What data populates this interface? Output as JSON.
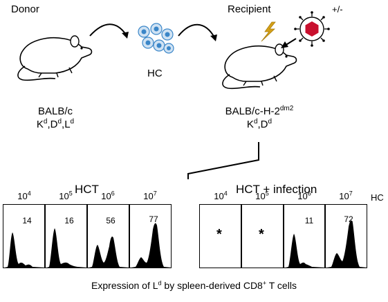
{
  "donor": {
    "label": "Donor",
    "strain": "BALB/c",
    "haplotype": {
      "k": "K",
      "k_sup": "d",
      "d": ",D",
      "d_sup": "d",
      "l": ",L",
      "l_sup": "d"
    }
  },
  "cells": {
    "label": "HC"
  },
  "recipient": {
    "label": "Recipient",
    "strain": "BALB/c-H-2",
    "strain_sup": "dm2",
    "haplotype": {
      "k": "K",
      "k_sup": "d",
      "d": ",D",
      "d_sup": "d"
    }
  },
  "virus": {
    "label": "+/-"
  },
  "groups": [
    {
      "title": "HCT",
      "doses": [
        {
          "base": "10",
          "exp": "4"
        },
        {
          "base": "10",
          "exp": "5"
        },
        {
          "base": "10",
          "exp": "6"
        },
        {
          "base": "10",
          "exp": "7"
        }
      ],
      "percents": [
        "14",
        "16",
        "56",
        "77"
      ]
    },
    {
      "title": "HCT + infection",
      "doses": [
        {
          "base": "10",
          "exp": "4"
        },
        {
          "base": "10",
          "exp": "5"
        },
        {
          "base": "10",
          "exp": "6"
        },
        {
          "base": "10",
          "exp": "7"
        }
      ],
      "percents": [
        "*",
        "*",
        "11",
        "72"
      ]
    }
  ],
  "dose_unit": "HC",
  "caption": {
    "before": "Expression of L",
    "sup": "d",
    "middle": " by spleen-derived CD8",
    "sup2": "+",
    "after": " T cells"
  },
  "colors": {
    "cell_fill": "#3a86c8",
    "virus_core": "#c8102e",
    "lightning": "#d4a017",
    "histogram": "#000000"
  }
}
